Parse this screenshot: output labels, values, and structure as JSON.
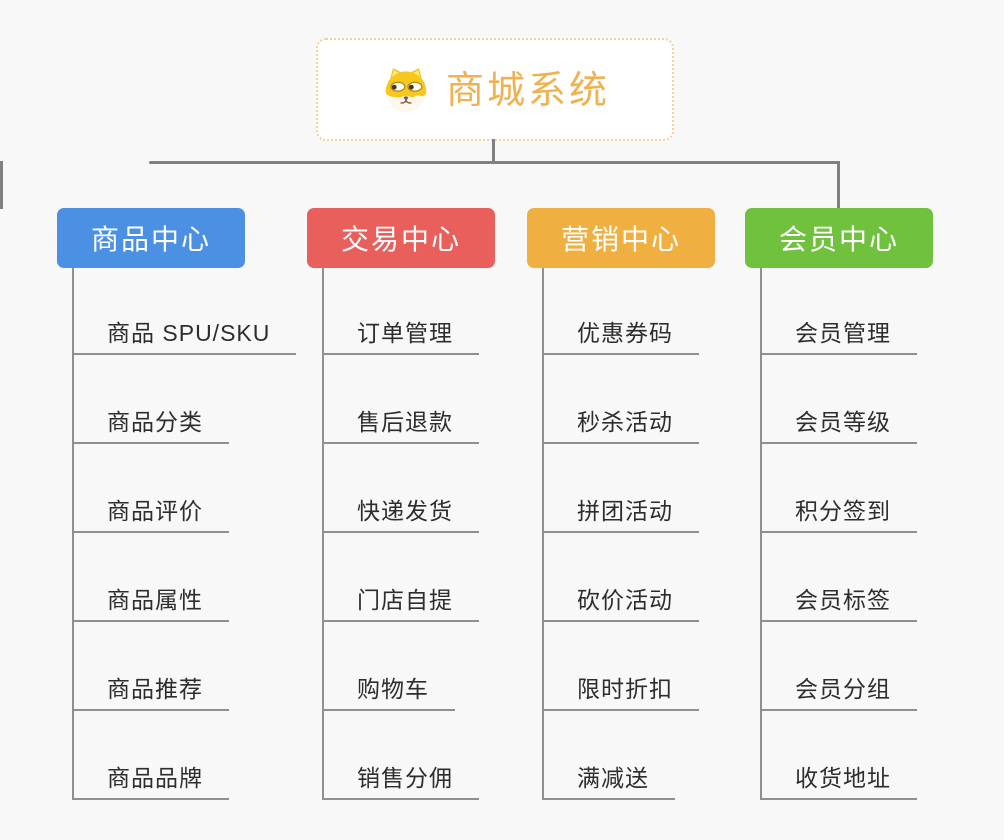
{
  "root": {
    "title": "商城系统",
    "icon": "dog-face-icon"
  },
  "branches": [
    {
      "label": "商品中心",
      "color": "#4b90e2",
      "children": [
        "商品 SPU/SKU",
        "商品分类",
        "商品评价",
        "商品属性",
        "商品推荐",
        "商品品牌"
      ]
    },
    {
      "label": "交易中心",
      "color": "#e85f5b",
      "children": [
        "订单管理",
        "售后退款",
        "快递发货",
        "门店自提",
        "购物车",
        "销售分佣"
      ]
    },
    {
      "label": "营销中心",
      "color": "#efaf41",
      "children": [
        "优惠券码",
        "秒杀活动",
        "拼团活动",
        "砍价活动",
        "限时折扣",
        "满减送"
      ]
    },
    {
      "label": "会员中心",
      "color": "#6fc13e",
      "children": [
        "会员管理",
        "会员等级",
        "积分签到",
        "会员标签",
        "会员分组",
        "收货地址"
      ]
    }
  ],
  "colors": {
    "background": "#f8f8f8",
    "connector": "#808080",
    "leaf_line": "#8f8f8f",
    "leaf_text": "#2d2d2d",
    "root_text": "#f0b150",
    "root_border": "#f3cf9b"
  }
}
